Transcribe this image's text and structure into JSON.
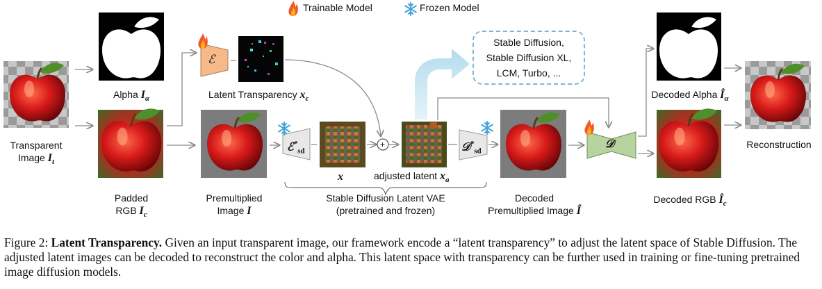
{
  "legend": {
    "trainable": "Trainable Model",
    "frozen": "Frozen Model"
  },
  "labels": {
    "transparent_line1": "Transparent",
    "transparent_line2": "Image",
    "transparent_sym": "I",
    "transparent_sub": "t",
    "alpha": "Alpha",
    "alpha_sym": "I",
    "alpha_sub": "α",
    "padded_line1": "Padded",
    "padded_line2": "RGB",
    "padded_sym": "I",
    "padded_sub": "c",
    "latent_transparency": "Latent Transparency",
    "latent_sym": "x",
    "latent_sub": "ϵ",
    "premultiplied_line1": "Premultiplied",
    "premultiplied_line2": "Image",
    "premultiplied_sym": "I",
    "x_sym": "x",
    "adjusted_latent": "adjusted latent",
    "adjusted_sym": "x",
    "adjusted_sub": "a",
    "vae_line1": "Stable Diffusion Latent VAE",
    "vae_line2": "(pretrained and frozen)",
    "decoded_line1": "Decoded",
    "decoded_line2": "Premultiplied Image",
    "decoded_sym": "Î",
    "decoded_alpha": "Decoded Alpha",
    "decoded_alpha_sym": "Î",
    "decoded_alpha_sub": "α",
    "decoded_rgb": "Decoded RGB",
    "decoded_rgb_sym": "Î",
    "decoded_rgb_sub": "c",
    "reconstruction": "Reconstruction"
  },
  "blocks": {
    "encoder_transparency": "ℰ",
    "encoder_sd": "ℰ",
    "encoder_sd_sub": "sd",
    "decoder_sd": "𝒟",
    "decoder_sd_sub": "sd",
    "decoder_transparency": "𝒟",
    "star": "*",
    "plus": "+"
  },
  "models_box": {
    "line1": "Stable Diffusion,",
    "line2": "Stable Diffusion XL,",
    "line3": "LCM, Turbo, ..."
  },
  "caption": {
    "prefix": "Figure 2:",
    "title": "Latent Transparency.",
    "body": "Given an input transparent image, our framework encode a “latent transparency” to adjust the latent space of Stable Diffusion. The adjusted latent images can be decoded to reconstruct the color and alpha. This latent space with transparency can be further used in training or fine-tuning pretrained image diffusion models."
  },
  "colors": {
    "trainable_fill": "#f6b98a",
    "frozen_fill": "#e8e8e8",
    "decoder_fill": "#b9d3a0",
    "flame": "#f05a28",
    "snow": "#3da3d8",
    "arrow": "#8a8a8a",
    "big_arrow": "#bfe0ee",
    "dashed_border": "#7fb6d6"
  },
  "icons": [
    "flame-icon",
    "snowflake-icon",
    "apple-image",
    "alpha-mask-image",
    "latent-noise-image"
  ]
}
